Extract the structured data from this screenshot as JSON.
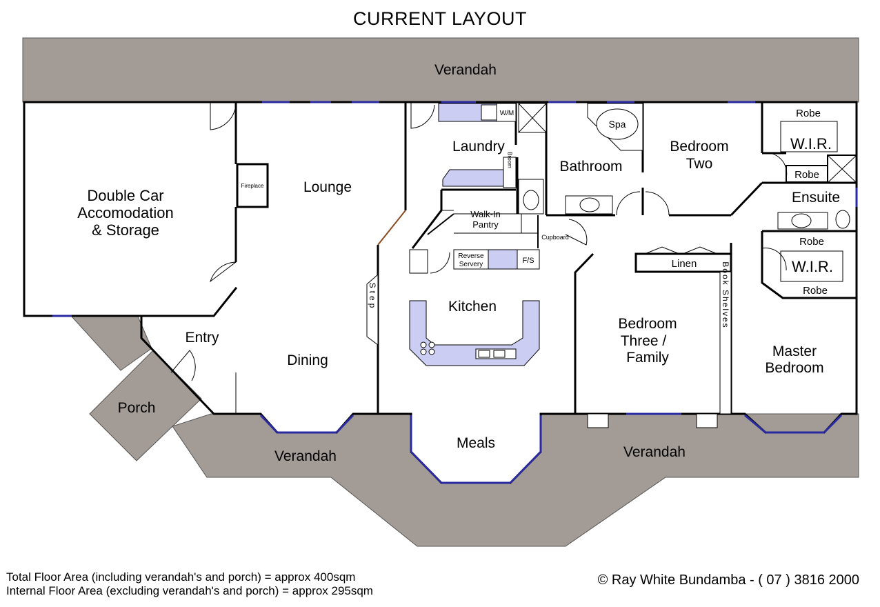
{
  "title": "CURRENT LAYOUT",
  "colors": {
    "verandah": "#a39b95",
    "wall": "#000000",
    "window": "#2a2aa0",
    "bench": "#cccdf2",
    "background": "#ffffff"
  },
  "rooms": {
    "verandah_top": "Verandah",
    "verandah_bottom_left": "Verandah",
    "verandah_bottom_right": "Verandah",
    "porch": "Porch",
    "garage": [
      "Double Car",
      "Accomodation",
      "& Storage"
    ],
    "lounge": "Lounge",
    "fireplace": "Fireplace",
    "entry": "Entry",
    "dining": "Dining",
    "step": "Step",
    "laundry": "Laundry",
    "wm": "W/M",
    "broom": "Broom",
    "walk_in_pantry": [
      "Walk-In",
      "Pantry"
    ],
    "reverse_servery": [
      "Reverse",
      "Servery"
    ],
    "fs": "F/S",
    "cupboard": "Cupboard",
    "kitchen": "Kitchen",
    "meals": "Meals",
    "bathroom": "Bathroom",
    "spa": "Spa",
    "bedroom_two": [
      "Bedroom",
      "Two"
    ],
    "robe_top": "Robe",
    "wir_top": "W.I.R.",
    "robe_small": "Robe",
    "ensuite": "Ensuite",
    "linen": "Linen",
    "book_shelves": "Book Shelves",
    "bedroom_three": [
      "Bedroom",
      "Three /",
      "Family"
    ],
    "robe_mid": "Robe",
    "wir_bottom": "W.I.R.",
    "robe_bottom": "Robe",
    "master_bedroom": [
      "Master",
      "Bedroom"
    ]
  },
  "footer": {
    "total_area": "Total Floor Area (including verandah's and porch) = approx 400sqm",
    "internal_area": "Internal Floor Area (excluding verandah's and porch) = approx 295sqm",
    "credit": "© Ray White Bundamba - ( 07 ) 3816 2000"
  }
}
